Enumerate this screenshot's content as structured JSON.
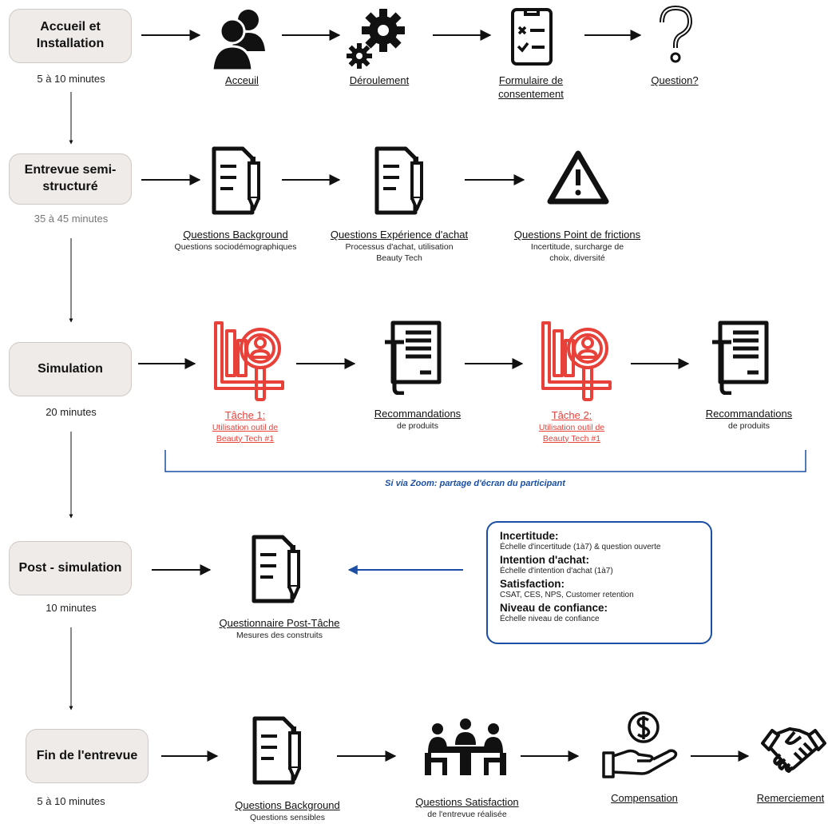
{
  "colors": {
    "accent_blue": "#1a4fa3",
    "task_red": "#e8413a",
    "stage_bg": "#efebe8"
  },
  "stages": [
    {
      "label": "Accueil et Installation",
      "duration": "5 à 10 minutes"
    },
    {
      "label": "Entrevue semi-structuré",
      "duration": "35 à 45 minutes"
    },
    {
      "label": "Simulation",
      "duration": "20 minutes"
    },
    {
      "label": "Post - simulation",
      "duration": "10 minutes"
    },
    {
      "label": "Fin de l'entrevue",
      "duration": "5 à 10 minutes"
    }
  ],
  "row1": [
    {
      "icon": "users-icon",
      "label": "Acceuil"
    },
    {
      "icon": "gears-icon",
      "label": "Déroulement"
    },
    {
      "icon": "checklist-icon",
      "label": "Formulaire de consentement"
    },
    {
      "icon": "question-mark-icon",
      "label": "Question?"
    }
  ],
  "row2": [
    {
      "icon": "document-pen-icon",
      "label": "Questions Background",
      "sub": "Questions sociodémographiques"
    },
    {
      "icon": "document-pen-icon",
      "label": "Questions Expérience d'achat",
      "sub": "Processus d'achat, utilisation Beauty Tech"
    },
    {
      "icon": "warning-icon",
      "label": "Questions Point de frictions",
      "sub": "Incertitude, surcharge de choix, diversité"
    }
  ],
  "row3": [
    {
      "icon": "user-search-icon",
      "label": "Tâche 1:",
      "sub": "Utilisation outil de Beauty Tech #1"
    },
    {
      "icon": "scroll-icon",
      "label": "Recommandations",
      "sub": "de produits"
    },
    {
      "icon": "user-search-icon",
      "label": "Tâche 2:",
      "sub": "Utilisation outil de Beauty Tech #1"
    },
    {
      "icon": "scroll-icon",
      "label": "Recommandations",
      "sub": "de produits"
    }
  ],
  "zoom_note": "Si via Zoom: partage d'écran du participant",
  "row4": [
    {
      "icon": "document-pen-icon",
      "label": "Questionnaire Post-Tâche",
      "sub": "Mesures des construits"
    }
  ],
  "measures": [
    {
      "title": "Incertitude:",
      "desc": "Échelle d'incertitude (1à7) & question ouverte"
    },
    {
      "title": "Intention d'achat:",
      "desc": "Échelle d'intention d'achat (1à7)"
    },
    {
      "title": "Satisfaction:",
      "desc": "CSAT, CES, NPS, Customer retention"
    },
    {
      "title": "Niveau de confiance:",
      "desc": "Échelle niveau de confiance"
    }
  ],
  "row5": [
    {
      "icon": "document-pen-icon",
      "label": "Questions Background",
      "sub": "Questions sensibles"
    },
    {
      "icon": "meeting-icon",
      "label": "Questions Satisfaction",
      "sub": "de l'entrevue réalisée"
    },
    {
      "icon": "money-hand-icon",
      "label": "Compensation"
    },
    {
      "icon": "handshake-icon",
      "label": "Remerciement"
    }
  ]
}
